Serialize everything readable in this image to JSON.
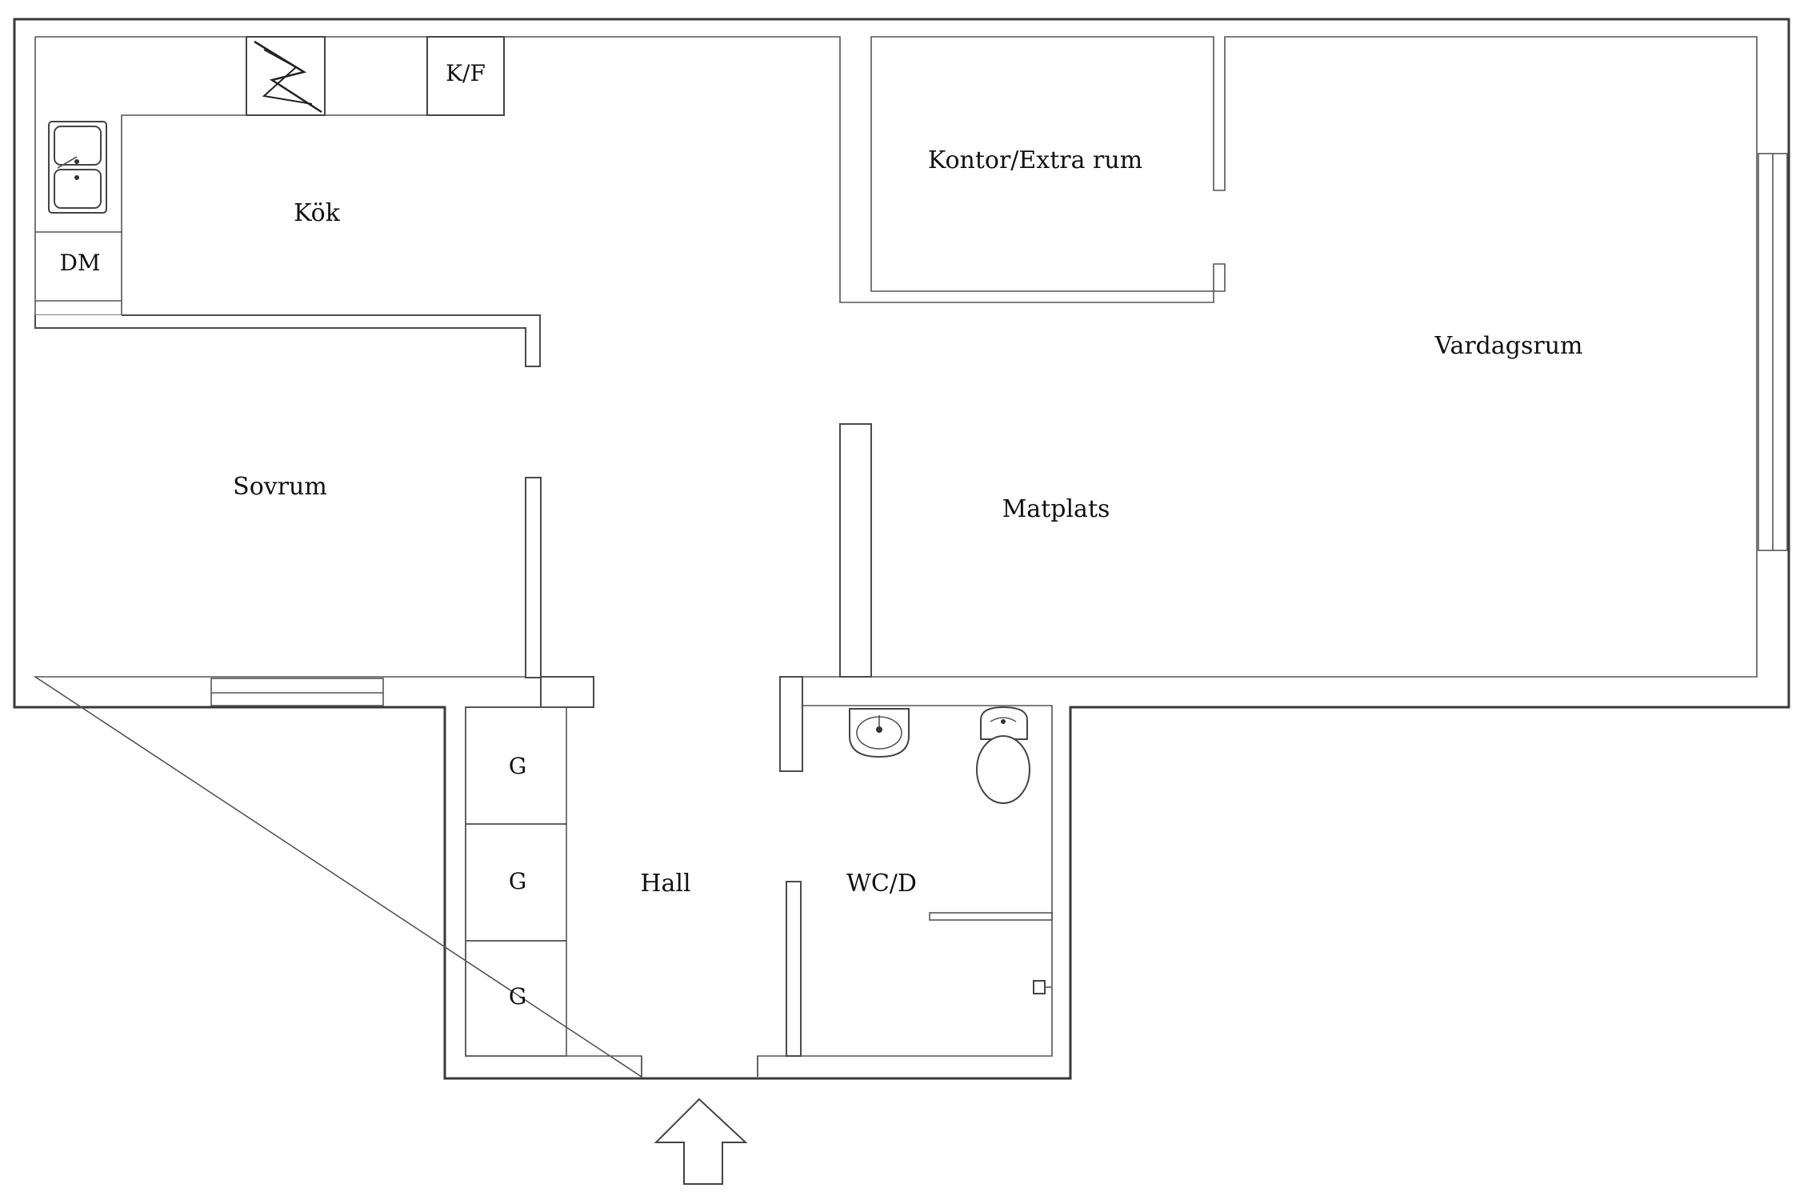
{
  "rooms": {
    "kok": "Kök",
    "kontor": "Kontor/Extra rum",
    "vardagsrum": "Vardagsrum",
    "sovrum": "Sovrum",
    "matplats": "Matplats",
    "hall": "Hall",
    "wc": "WC/D"
  },
  "fixtures": {
    "kf": "K/F",
    "dm": "DM",
    "garderob_1": "G",
    "garderob_2": "G",
    "garderob_3": "G"
  },
  "icons": {
    "stove": "stove-icon",
    "sink": "kitchen-sink-icon",
    "washbasin": "washbasin-icon",
    "toilet": "toilet-icon",
    "entrance": "entrance-arrow-icon"
  },
  "colors": {
    "line": "#4a4a4a",
    "background": "#ffffff"
  }
}
